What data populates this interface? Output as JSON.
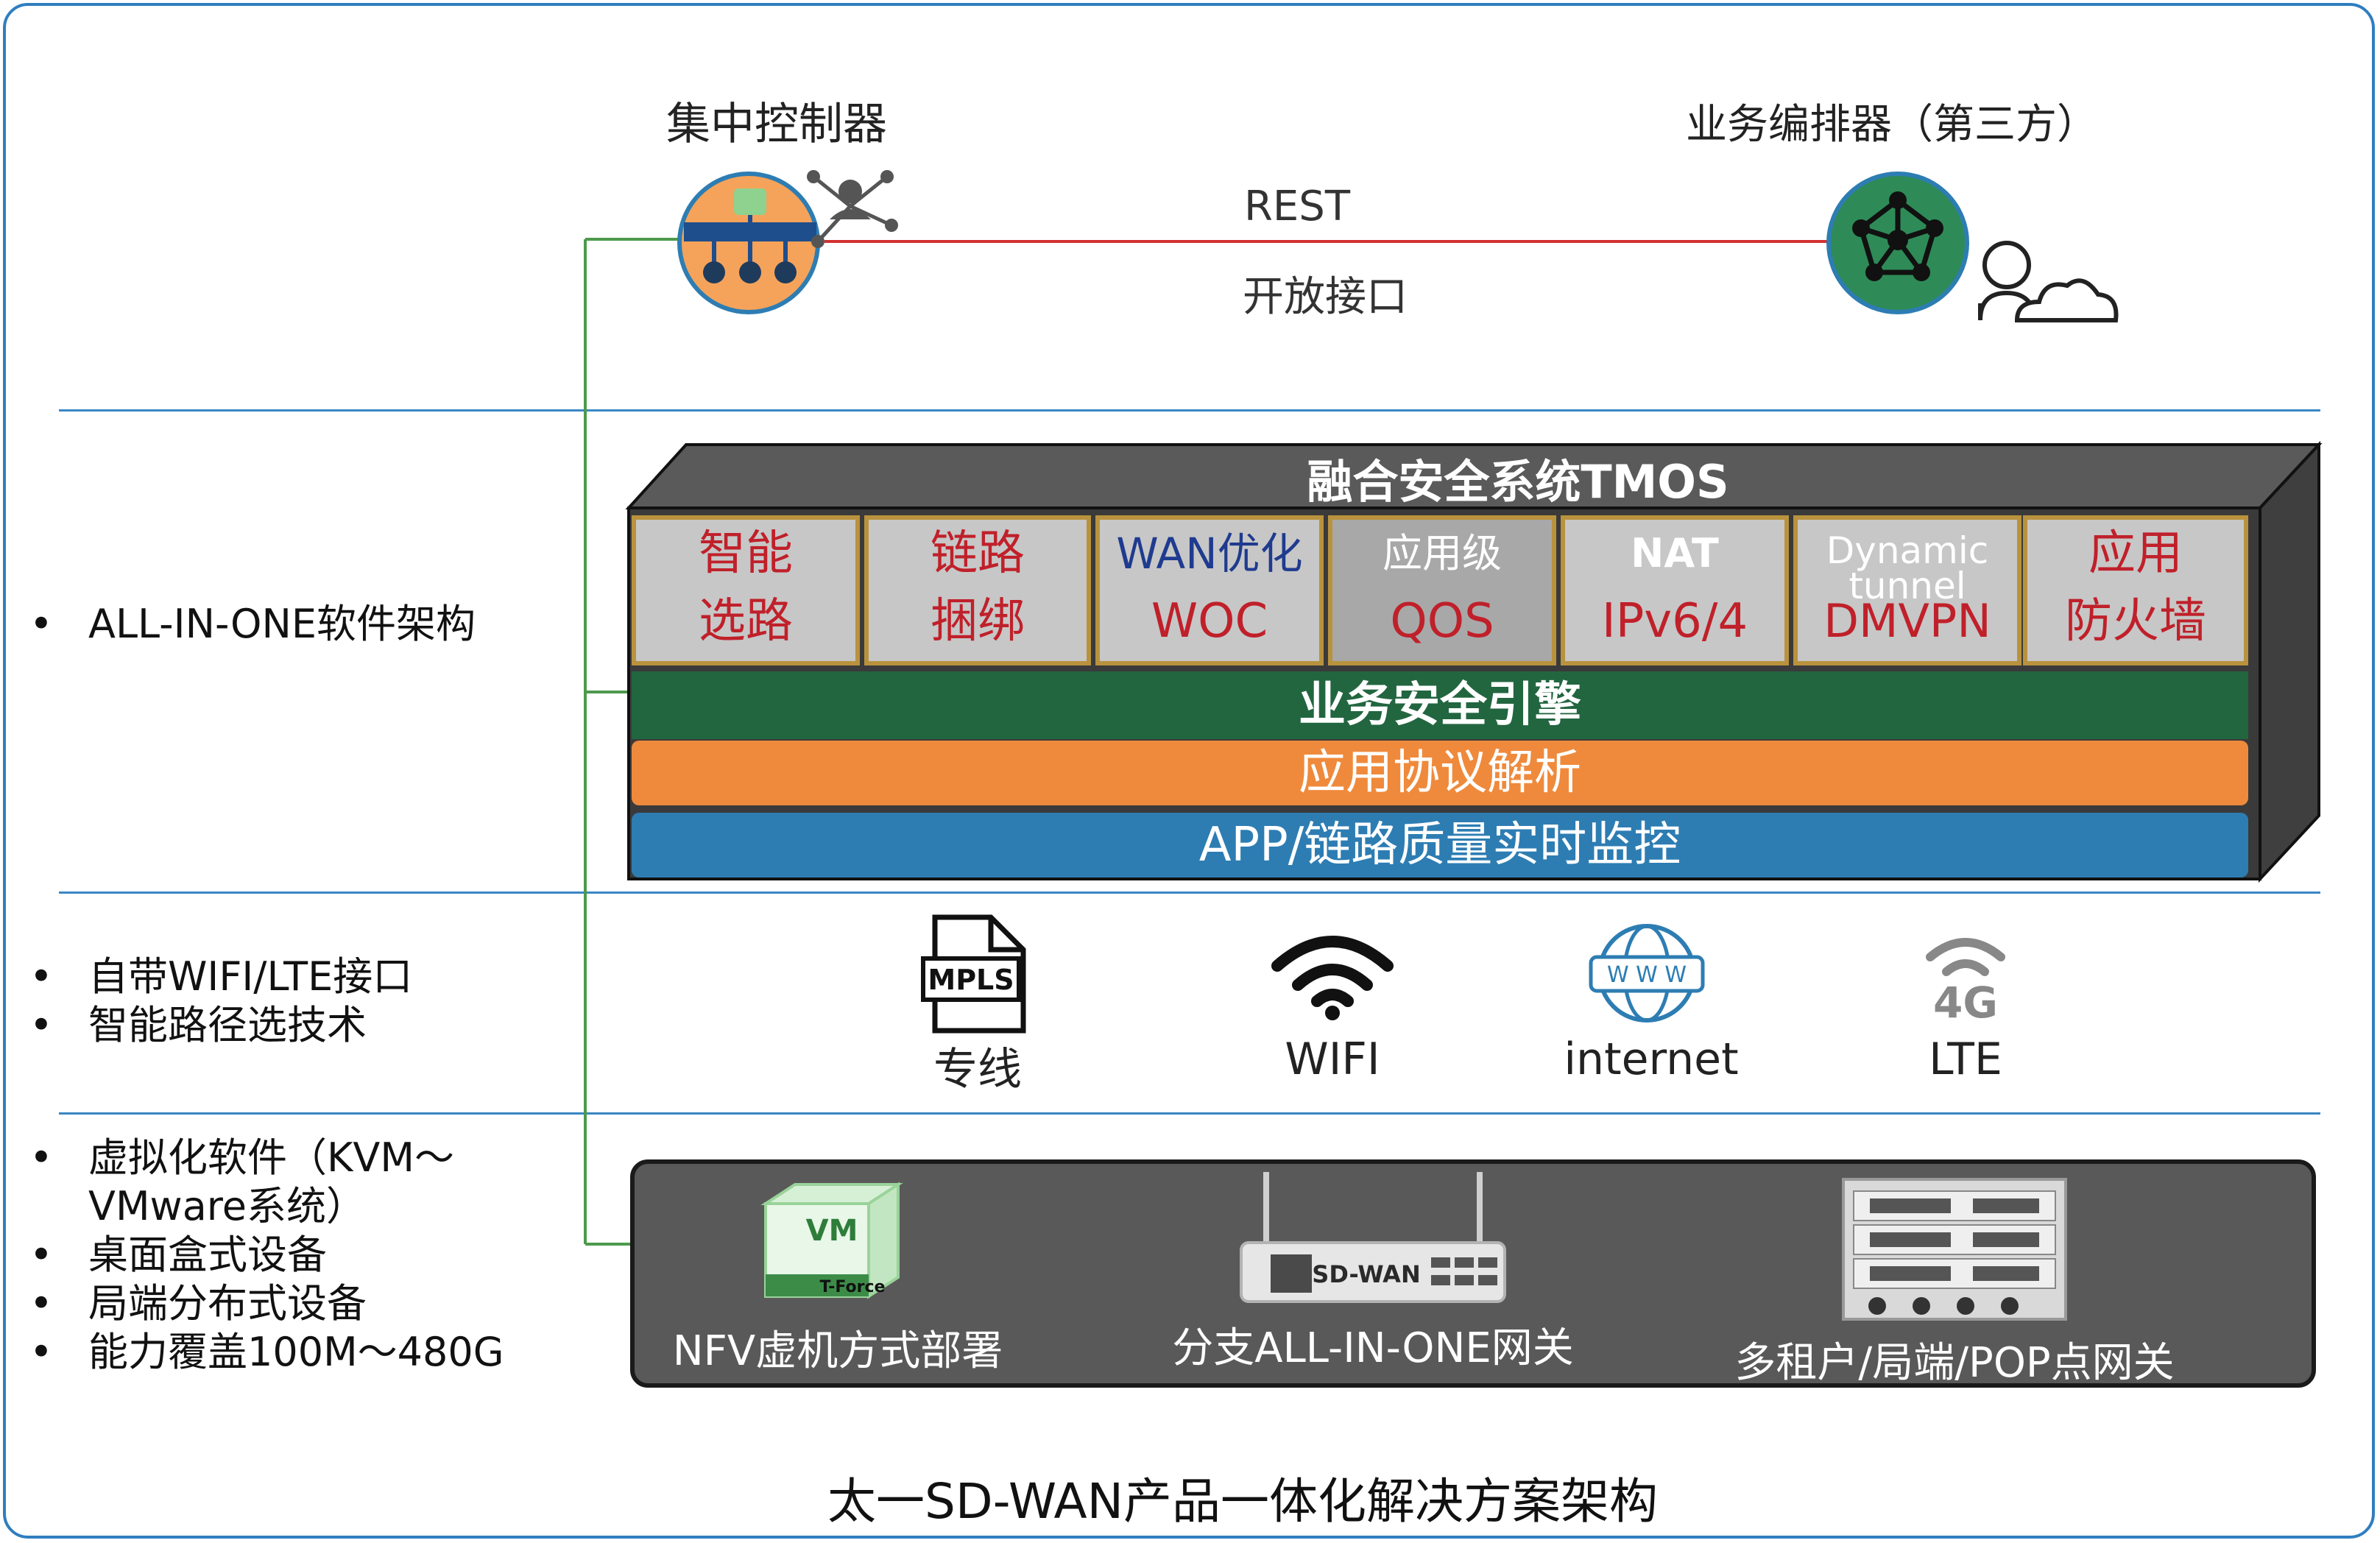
{
  "controller": {
    "label": "集中控制器"
  },
  "orchestrator": {
    "label": "业务编排器（第三方）"
  },
  "link": {
    "protocol": "REST",
    "description": "开放接口"
  },
  "left_notes": {
    "row1": [
      "ALL-IN-ONE软件架构"
    ],
    "row2": [
      "自带WIFI/LTE接口",
      "智能路径选技术"
    ],
    "row3": [
      "虚拟化软件（KVM～VMware系统）",
      "桌面盒式设备",
      "局端分布式设备",
      "能力覆盖100M～480G"
    ]
  },
  "tmos": {
    "title": "融合安全系统TMOS",
    "modules": [
      {
        "line1": "智能",
        "line2": "选路"
      },
      {
        "line1": "链路",
        "line2": "捆绑"
      },
      {
        "line1": "WAN优化",
        "line2": "WOC"
      },
      {
        "line1": "应用级",
        "line2": "QOS"
      },
      {
        "line1": "NAT",
        "line2": "IPv6/4"
      },
      {
        "line1": "Dynamic tunnel",
        "line2": "DMVPN"
      },
      {
        "line1": "应用",
        "line2": "防火墙"
      }
    ],
    "engine": "业务安全引擎",
    "parser": "应用协议解析",
    "monitor": "APP/链路质量实时监控"
  },
  "access": {
    "items": [
      {
        "label": "专线",
        "icon": "mpls-document-icon",
        "icon_text": "MPLS"
      },
      {
        "label": "WIFI",
        "icon": "wifi-icon"
      },
      {
        "label": "internet",
        "icon": "globe-www-icon",
        "icon_text": "W W W"
      },
      {
        "label": "LTE",
        "icon": "4g-signal-icon",
        "icon_text": "4G"
      }
    ]
  },
  "deployments": {
    "items": [
      {
        "label": "NFV虚机方式部署",
        "icon": "vm-cube-icon",
        "icon_text": "VM",
        "icon_subtext": "T-Force"
      },
      {
        "label": "分支ALL-IN-ONE网关",
        "icon": "router-icon",
        "icon_text": "SD-WAN"
      },
      {
        "label": "多租户/局端/POP点网关",
        "icon": "chassis-icon"
      }
    ]
  },
  "caption": "太一SD-WAN产品一体化解决方案架构",
  "colors": {
    "frame": "#2f7ec0",
    "controller_fill": "#f5a35a",
    "orchestrator_fill": "#2e8b57",
    "rest_line": "#d43030",
    "tree_line": "#4c9a4c",
    "engine_band": "#226640",
    "parser_band": "#ef8a3c",
    "monitor_band": "#2d7db3",
    "module_red": "#c0202a",
    "module_blue": "#1f3b8f"
  }
}
